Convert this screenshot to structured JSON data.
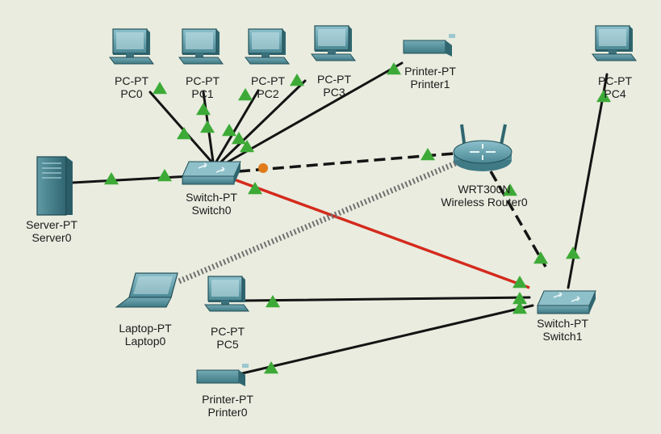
{
  "diagram": {
    "nodes": [
      {
        "id": "pc0",
        "type_label": "PC-PT",
        "name_label": "PC0",
        "icon": "pc-icon"
      },
      {
        "id": "pc1",
        "type_label": "PC-PT",
        "name_label": "PC1",
        "icon": "pc-icon"
      },
      {
        "id": "pc2",
        "type_label": "PC-PT",
        "name_label": "PC2",
        "icon": "pc-icon"
      },
      {
        "id": "pc3",
        "type_label": "PC-PT",
        "name_label": "PC3",
        "icon": "pc-icon"
      },
      {
        "id": "printer1",
        "type_label": "Printer-PT",
        "name_label": "Printer1",
        "icon": "printer-icon"
      },
      {
        "id": "pc4",
        "type_label": "PC-PT",
        "name_label": "PC4",
        "icon": "pc-icon"
      },
      {
        "id": "server0",
        "type_label": "Server-PT",
        "name_label": "Server0",
        "icon": "server-icon"
      },
      {
        "id": "switch0",
        "type_label": "Switch-PT",
        "name_label": "Switch0",
        "icon": "switch-icon"
      },
      {
        "id": "router0",
        "type_label": "WRT300N",
        "name_label": "Wireless Router0",
        "icon": "wireless-router-icon"
      },
      {
        "id": "laptop0",
        "type_label": "Laptop-PT",
        "name_label": "Laptop0",
        "icon": "laptop-icon"
      },
      {
        "id": "pc5",
        "type_label": "PC-PT",
        "name_label": "PC5",
        "icon": "pc-icon"
      },
      {
        "id": "switch1",
        "type_label": "Switch-PT",
        "name_label": "Switch1",
        "icon": "switch-icon"
      },
      {
        "id": "printer0",
        "type_label": "Printer-PT",
        "name_label": "Printer0",
        "icon": "printer-icon"
      }
    ],
    "links": [
      {
        "from": "pc0",
        "to": "switch0",
        "style": "straight",
        "status": "up"
      },
      {
        "from": "pc1",
        "to": "switch0",
        "style": "straight",
        "status": "up"
      },
      {
        "from": "pc2",
        "to": "switch0",
        "style": "straight",
        "status": "up"
      },
      {
        "from": "pc3",
        "to": "switch0",
        "style": "straight",
        "status": "up"
      },
      {
        "from": "printer1",
        "to": "switch0",
        "style": "straight",
        "status": "up"
      },
      {
        "from": "server0",
        "to": "switch0",
        "style": "straight",
        "status": "up"
      },
      {
        "from": "switch0",
        "to": "router0",
        "style": "dashed",
        "status": "mixed"
      },
      {
        "from": "switch0",
        "to": "switch1",
        "style": "crossover-red",
        "status": "up"
      },
      {
        "from": "laptop0",
        "to": "router0",
        "style": "wireless",
        "status": "none"
      },
      {
        "from": "router0",
        "to": "switch1",
        "style": "dashed",
        "status": "up"
      },
      {
        "from": "pc4",
        "to": "switch1",
        "style": "straight",
        "status": "up"
      },
      {
        "from": "pc5",
        "to": "switch1",
        "style": "straight",
        "status": "up"
      },
      {
        "from": "printer0",
        "to": "switch1",
        "style": "straight",
        "status": "up"
      }
    ],
    "colors": {
      "background": "#e9ecdf",
      "cable": "#141414",
      "crossover": "#d42a1c",
      "link_up": "#3daa37",
      "link_pending": "#e07a1a",
      "wireless": "#6f6f6f",
      "device_teal": "#4f8b95"
    }
  }
}
